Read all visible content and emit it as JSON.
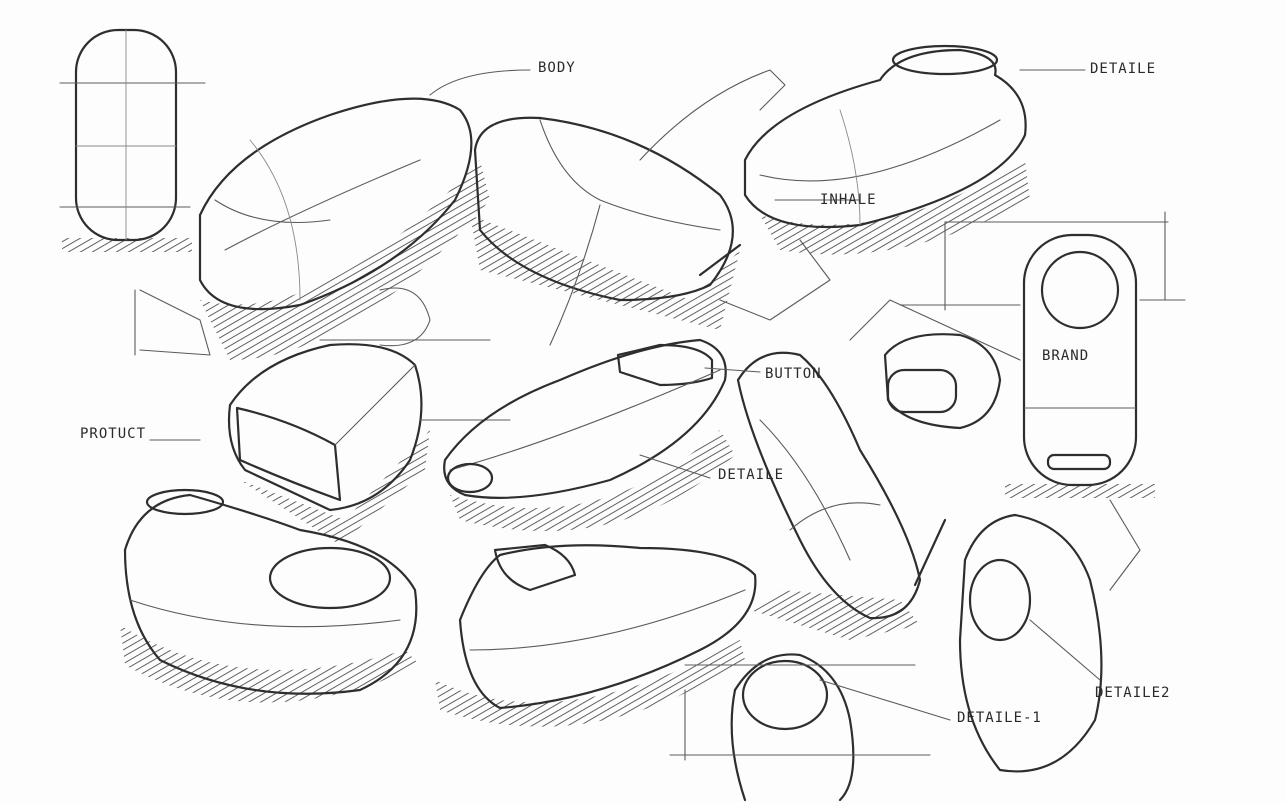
{
  "labels": {
    "body": "BODY",
    "detaile_top": "DETAILE",
    "inhale": "INHALE",
    "brand": "BRAND",
    "product": "PROTUCT",
    "button": "BUTTON",
    "detaile_mid": "DETAILE",
    "detaile2": "DETAILE2",
    "detaile1": "DETAILE-1"
  },
  "colors": {
    "paper": "#fdfdfd",
    "pencil": "#2e2e2e"
  }
}
